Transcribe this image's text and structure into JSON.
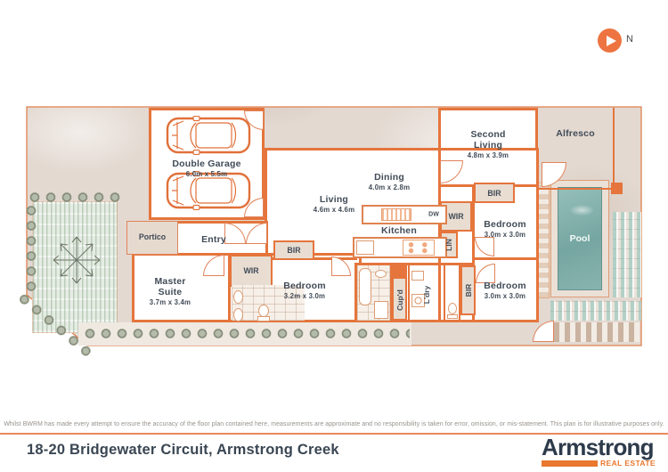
{
  "north": {
    "label": "N"
  },
  "rooms": {
    "garage": {
      "name": "Double Garage",
      "dims": "6.0m x 5.5m"
    },
    "portico": {
      "name": "Portico"
    },
    "entry": {
      "name": "Entry"
    },
    "living": {
      "name": "Living",
      "dims": "4.6m x 4.6m"
    },
    "dining": {
      "name": "Dining",
      "dims": "4.0m x 2.8m"
    },
    "kitchen": {
      "name": "Kitchen",
      "dishwasher": "DW"
    },
    "second_living": {
      "name": "Second Living",
      "dims": "4.8m x 3.9m"
    },
    "alfresco": {
      "name": "Alfresco"
    },
    "pool": {
      "name": "Pool"
    },
    "bedroom_a": {
      "name": "Bedroom",
      "dims": "3.0m x 3.0m"
    },
    "bedroom_b": {
      "name": "Bedroom",
      "dims": "3.0m x 3.0m"
    },
    "bedroom_c": {
      "name": "Bedroom",
      "dims": "3.2m x 3.0m"
    },
    "master_suite": {
      "name": "Master Suite",
      "dims": "3.7m x 3.4m"
    }
  },
  "storage": {
    "wir_master": "WIR",
    "wir_hall": "WIR",
    "bir_second_living": "BIR",
    "bir_bedroom_c": "BIR",
    "bir_bedroom_b": "BIR",
    "lin": "LIN",
    "laundry": "L'dry",
    "cupboard": "Cup'd"
  },
  "footer": {
    "disclaimer": "Whilst BWRM  has made every attempt to ensure the accuracy of the floor plan contained here, measurements are approximate and no responsibility is taken for error, omission, or mis-statement. This plan is for illustrative purposes only.",
    "address": "18-20 Bridgewater Circuit, Armstrong Creek",
    "logo_brand": "Armstrong",
    "logo_tagline": "REAL ESTATE"
  },
  "colors": {
    "wall_orange": "#e5753c",
    "accent_orange": "#ed7440",
    "pool_teal": "#83b1ad",
    "logo_navy": "#2d3b4b"
  }
}
